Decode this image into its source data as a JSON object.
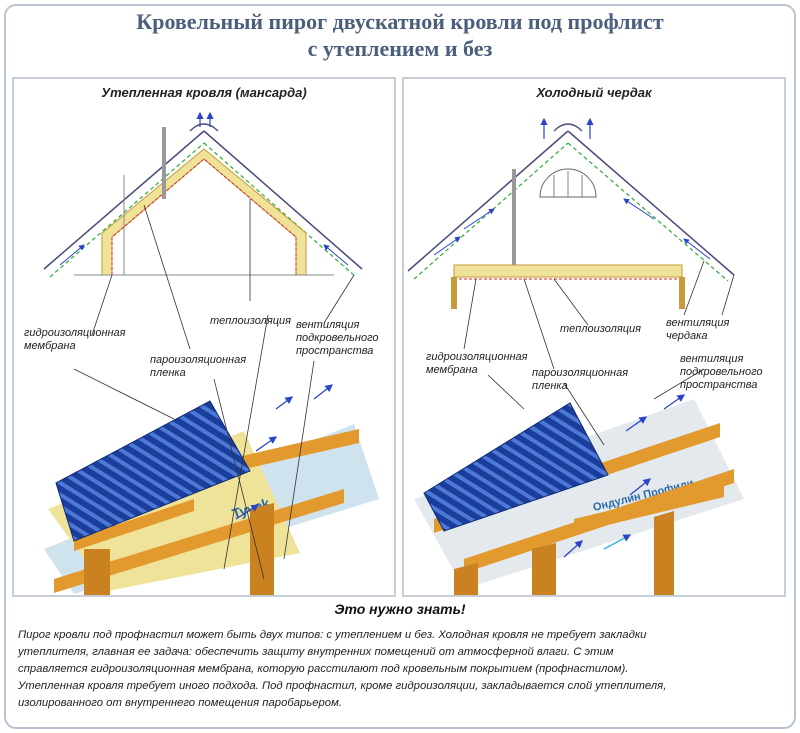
{
  "title_line1": "Кровельный пирог двускатной кровли под профлист",
  "title_line2": "с утеплением и без",
  "left": {
    "title": "Утепленная кровля (мансарда)",
    "labels": {
      "hydro": "гидроизоляционная мембрана",
      "thermal": "теплоизоляция",
      "vapor": "пароизоляционная пленка",
      "vent": "вентиляция подкровельного пространства"
    },
    "membrane_print": "Tyvek"
  },
  "right": {
    "title": "Холодный чердак",
    "labels": {
      "hydro": "гидроизоляционная мембрана",
      "thermal": "теплоизоляция",
      "vapor": "пароизоляционная пленка",
      "vent_attic": "вентиляция чердака",
      "vent_under": "вентиляция подкровельного пространства"
    },
    "membrane_print": "Ондулин Профили"
  },
  "note": {
    "title": "Это нужно знать!",
    "lines": [
      "Пирог кровли под профнастил может быть двух типов: с утеплением и без. Холодная кровля не требует закладки",
      "утеплителя, главная ее задача: обеспечить защиту внутренних помещений от атмосферной влаги. С этим",
      "справляется гидроизоляционная мембрана, которую расстилают под кровельным покрытием (профнастилом).",
      "Утепленная кровля требует иного подхода. Под профнастил, кроме гидроизоляции, закладывается слой утеплителя,",
      "изолированного от внутреннего помещения паробарьером."
    ]
  },
  "colors": {
    "title": "#4b5e7b",
    "roof_metal": "#1a3e9c",
    "timber": "#e29a2e",
    "insulation": "#efe39a",
    "membrane": "#cfe3ef",
    "vent_arrow": "#2a45c8"
  }
}
